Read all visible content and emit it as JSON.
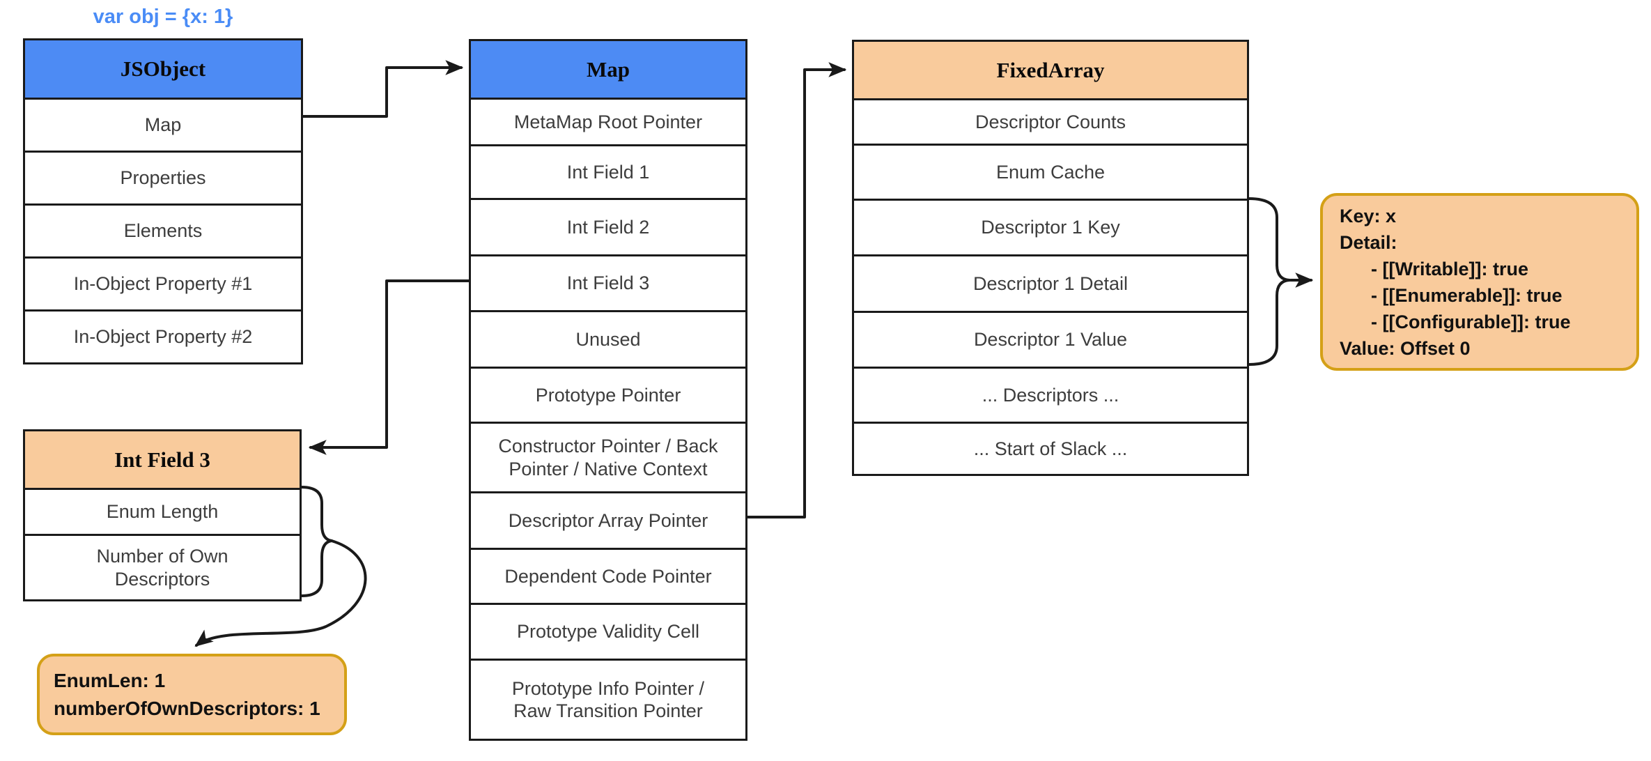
{
  "label_var_obj": "var obj = {x: 1}",
  "colors": {
    "blue_header": "#4d8bf4",
    "orange_header": "#f9cb9c",
    "gold_border": "#d4a017",
    "label_blue": "#4a8cf6",
    "line": "#1a1a1a",
    "text": "#3d3d3d"
  },
  "jsobject_table": {
    "title": "JSObject",
    "rows": [
      "Map",
      "Properties",
      "Elements",
      "In-Object Property #1",
      "In-Object Property #2"
    ]
  },
  "map_table": {
    "title": "Map",
    "rows": [
      "MetaMap Root Pointer",
      "Int Field 1",
      "Int Field 2",
      "Int Field 3",
      "Unused",
      "Prototype Pointer",
      "Constructor Pointer / Back\nPointer / Native Context",
      "Descriptor Array Pointer",
      "Dependent Code Pointer",
      "Prototype Validity Cell",
      "Prototype Info Pointer /\nRaw Transition Pointer"
    ]
  },
  "fixedarray_table": {
    "title": "FixedArray",
    "rows": [
      "Descriptor Counts",
      "Enum Cache",
      "Descriptor 1 Key",
      "Descriptor 1 Detail",
      "Descriptor 1 Value",
      "... Descriptors ...",
      "... Start of Slack ..."
    ]
  },
  "intfield3_table": {
    "title": "Int Field 3",
    "rows": [
      "Enum Length",
      "Number of Own\nDescriptors"
    ]
  },
  "descriptor_detail_box": {
    "lines": [
      "Key: x",
      "Detail:",
      "      - [[Writable]]: true",
      "      - [[Enumerable]]: true",
      "      - [[Configurable]]: true",
      "Value: Offset 0"
    ]
  },
  "enum_box": {
    "lines": [
      "EnumLen: 1",
      "numberOfOwnDescriptors: 1"
    ]
  }
}
